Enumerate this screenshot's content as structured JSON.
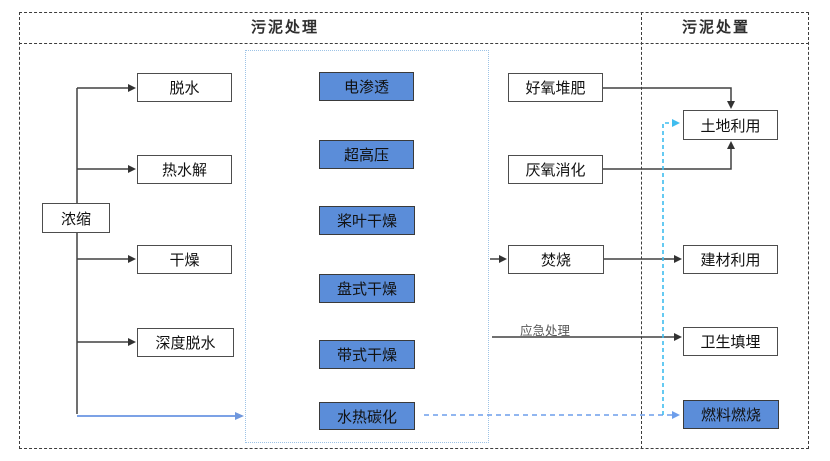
{
  "header": {
    "treatment": "污泥处理",
    "disposal": "污泥处置"
  },
  "nodes": {
    "nongsuo": {
      "label": "浓缩"
    },
    "tuoshui": {
      "label": "脱水"
    },
    "reshuijie": {
      "label": "热水解"
    },
    "ganzao": {
      "label": "干燥"
    },
    "shendutuoshui": {
      "label": "深度脱水"
    },
    "dianshentou": {
      "label": "电渗透"
    },
    "chaogaoya": {
      "label": "超高压"
    },
    "jiangyeganzao": {
      "label": "桨叶干燥"
    },
    "panshiganzao": {
      "label": "盘式干燥"
    },
    "daishiganzao": {
      "label": "带式干燥"
    },
    "shuiretanhua": {
      "label": "水热碳化"
    },
    "haoyangduifei": {
      "label": "好氧堆肥"
    },
    "yanyangxiaohua": {
      "label": "厌氧消化"
    },
    "fenshao": {
      "label": "焚烧"
    },
    "tudiliyong": {
      "label": "土地利用"
    },
    "jiancailiyong": {
      "label": "建材利用"
    },
    "weishengtianmai": {
      "label": "卫生填埋"
    },
    "ranliaoranshao": {
      "label": "燃料燃烧"
    }
  },
  "edge_labels": {
    "emergency": "应急处理"
  },
  "colors": {
    "node_blue_fill": "#5b8dd9",
    "solid_blue_arrow": "#7ca2e6",
    "dashed_cornflower": "#6d9eeb",
    "dashed_cyan": "#3fbdef",
    "line_dark": "#404040",
    "frame_dotted_blue": "#9dc3e6"
  }
}
